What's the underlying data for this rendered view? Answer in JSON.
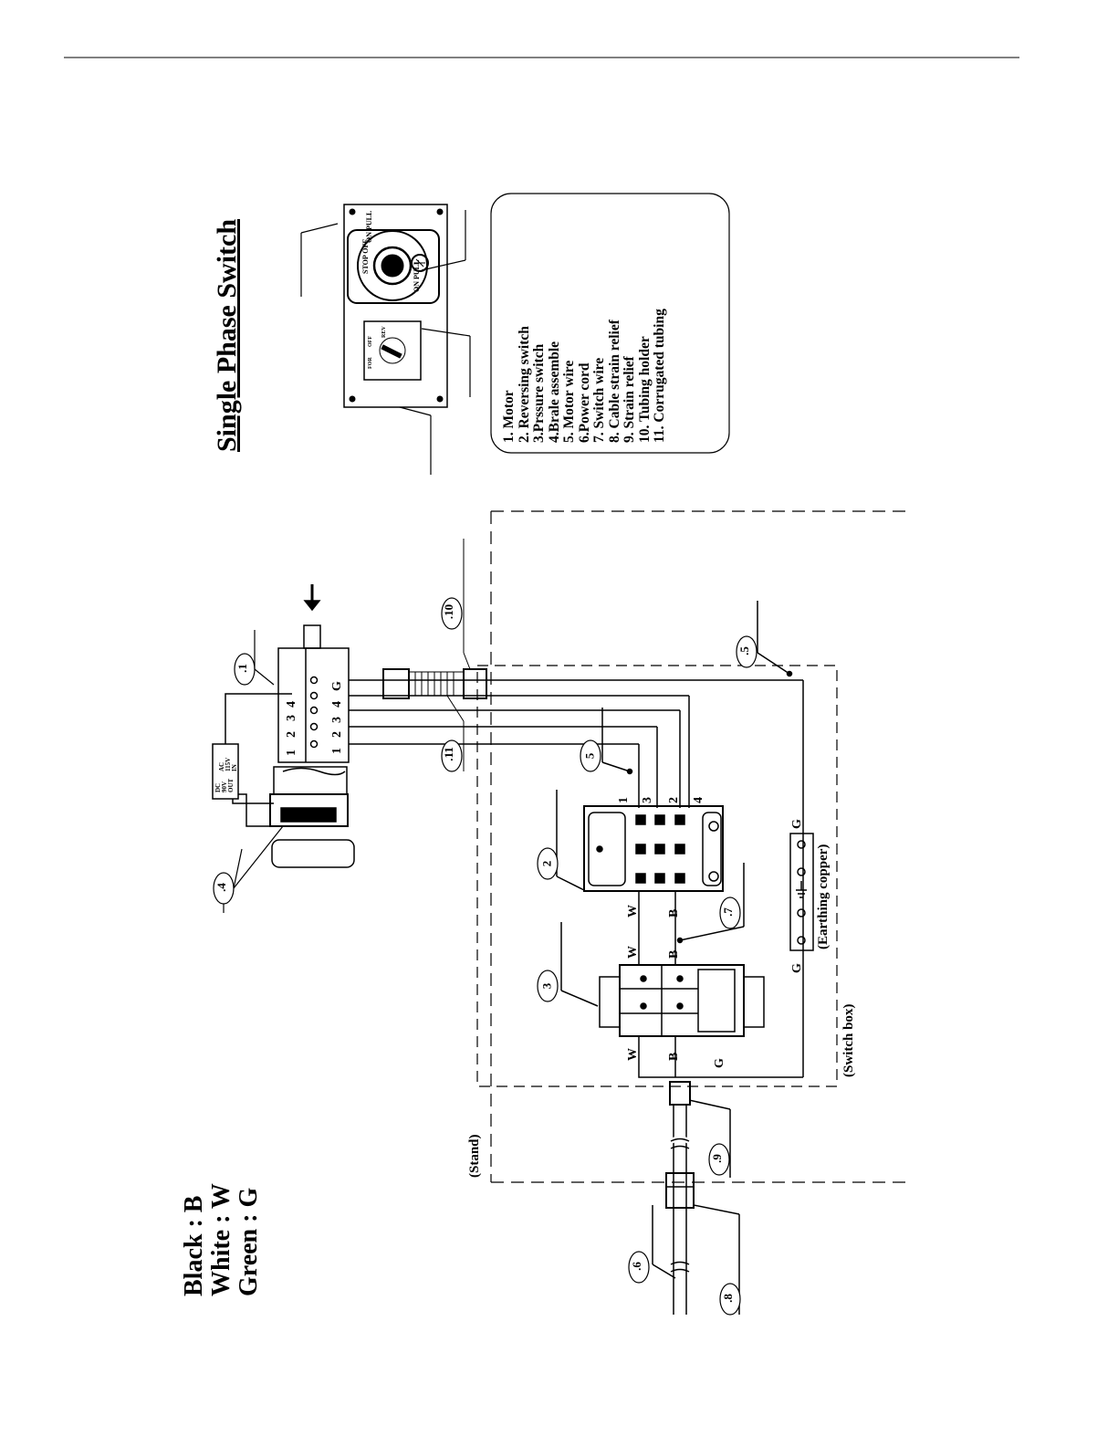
{
  "title": "Single Phase Switch",
  "legend": [
    "Black : B",
    "White : W",
    "Green : G"
  ],
  "parts_list": [
    "1. Motor",
    "2. Reversing switch",
    "3.Prssure switch",
    "4.Brale assemble",
    "5. Motor wire",
    "6.Power cord",
    "7. Switch wire",
    "8. Cable strain relief",
    "9. Strain relief",
    "10. Tubing holder",
    "11. Corrugated tubing"
  ],
  "labels": {
    "stand": "(Stand)",
    "switch_box": "(Switch box)",
    "earthing": "(Earthing copper)"
  },
  "callouts": [
    ".1",
    "2",
    "3",
    ".4",
    ".5",
    "5",
    ".6",
    ".7",
    ".8",
    ".9",
    ".10",
    ".11"
  ],
  "wire_letters": {
    "w": "W",
    "b": "B",
    "g": "G"
  },
  "terminal_numbers": [
    "1",
    "2",
    "3",
    "4"
  ],
  "brake_box": [
    "DC",
    "90V",
    "OUT",
    "AC",
    "115V",
    "IN"
  ],
  "switch_panel": {
    "pos_a": "STOP OFF",
    "pos_b": "ON PULL",
    "pos_c": "ON PULL",
    "rotary": [
      "FOR",
      "OFF",
      "REV"
    ]
  }
}
